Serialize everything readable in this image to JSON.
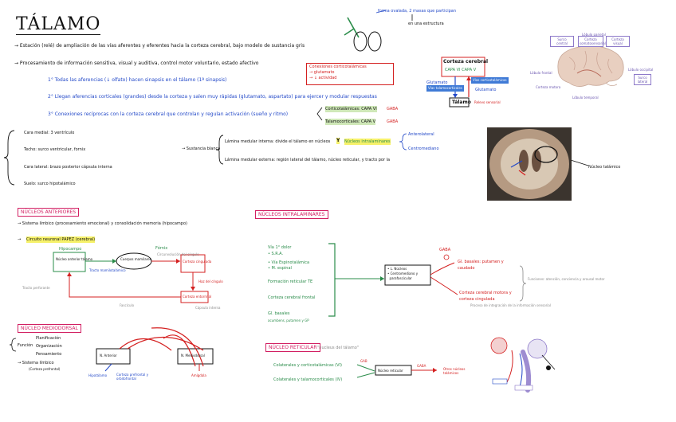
{
  "title": "TÁLAMO",
  "intro": {
    "line1": "→ Estación (relé) de ampliación de las vías aferentes y eferentes hacia la corteza cerebral, bajo modelo de sustancia gris",
    "line2": "→ Procesamiento de información sensitiva, visual y auditiva, control motor voluntario, estado afectivo",
    "bullet1": "1° Todas las aferencias (↓ olfato) hacen sinapsis en el tálamo (1ª sinapsis)",
    "bullet2": "2° Llegan aferencias corticales (grandes) desde la corteza y salen muy rápidas (glutamato, aspartato) para ejercer y modular respuestas",
    "bullet3": "3° Conexiones recíprocas con la corteza cerebral que controlan y regulan activación (sueño y ritmo)"
  },
  "red_note": {
    "line1": "Conexiones corticotalámicas",
    "line2": "→ glutamato",
    "line3": "→ ↓ actividad"
  },
  "cap_notes": {
    "cap6": "Corticotalámicas: CAPA VI",
    "cap6_tag": "GABA",
    "cap5": "Talamocorticales: CAPA V",
    "cap5_tag": "GABA"
  },
  "top_diagram": {
    "label": "forma ovalada, 2 masas que participan",
    "sub": "en una estructura"
  },
  "cortex_diagram": {
    "box_title": "Corteza cerebral",
    "layers": "CAPA VI    CAPA V",
    "left": "Glutamato",
    "right": "Glutamato",
    "tag_blue1": "Vías talamocorticales",
    "tag_blue2": "Vías corticotalámicas",
    "bottom": "Tálamo",
    "bottom_note": "Relevo sensorial"
  },
  "brain_labels": {
    "top": "Lóbulo parietal",
    "box1": "Surco central",
    "box2": "Corteza somatosensorial",
    "box3": "Corteza visual",
    "left": "Lóbulo frontal",
    "right": "Lóbulo occipital",
    "bottom": "Lóbulo temporal",
    "right_box": "Surco lateral",
    "bottom_left": "Corteza motora"
  },
  "anatomy": {
    "l1": "Cara medial: 3 ventrículo",
    "l2": "Techo: surco ventricular, fornix",
    "l3": "Cara lateral: brazo posterior cápsula interna",
    "l4": "Suelo: surco hipotalámico",
    "mid": "→ Sustancia blanca",
    "upper": "Lámina medular interna: divide el tálamo en núcleos",
    "y_mark": "Y",
    "yellow": "Núcleos intralaminares",
    "ant": "Anterolateral",
    "post": "Centromediano",
    "lower": "Lámina medular externa: región lateral del tálamo, núcleo reticular, y tracto por la"
  },
  "photo_label": "Núcleo talámico",
  "anterior": {
    "tag": "NÚCLEOS ANTERIORES",
    "l1": "→ Sistema límbico (procesamiento emocional) y consolidación memoria (hipocampo)",
    "l2_pre": "→",
    "l2": "Circuito neuronal PAPEZ (cerebral)",
    "hipocampo": "Hipocampo",
    "fornix": "Fórnix",
    "cuerpos": "Cuerpos mamilares",
    "nucleo": "Núcleo anterior tálamo",
    "cingulo": "Corteza cingulada",
    "entorrinal": "Corteza entorrinal",
    "note1": "Tracto mamilotalámico",
    "note2": "Circunvolución del cíngulo",
    "note3": "Tracto perforante",
    "note4": "Haz del cíngulo",
    "note5": "Fascículo",
    "note6": "Cápsula interna"
  },
  "intralaminar": {
    "tag": "NÚCLEOS INTRALAMINARES",
    "l1": "Vía 1° dolor",
    "l2": "• S.R.A.",
    "l3": "• Vía Espinotalámica",
    "l4": "• M. espinal",
    "l5": "Formación reticular TE",
    "l6": "Corteza cerebral frontal",
    "l7": "Gl. basales",
    "l8": "acumbens, putamen y GP",
    "box": "• L. Núcleos\n• Centromediano y\n  parafascicular",
    "via": "GABA",
    "gb": "Gl. basales: putamen y caudado",
    "corteza": "Corteza cerebral motora y corteza cingulada",
    "right_note": "Funciones: atención, conciencia y arousal motor",
    "right_note2": "Proceso de integración de la información sensorial"
  },
  "medial": {
    "tag": "NÚCLEO MEDIODORSAL",
    "funcion": "Función",
    "f1": "Planificación",
    "f2": "Organización",
    "f3": "Pensamiento",
    "sistema": "→ Sistema límbico",
    "sistema2": "(Corteza prefrontal)",
    "box1": "N. Anterior",
    "box2": "N. Mediodorsal",
    "b1": "Hipotálamo",
    "b2": "Corteza prefrontal y orbitofrontal",
    "b3": "Amígdala"
  },
  "reticular": {
    "tag": "NÚCLEO RETICULAR",
    "quote": "\"nucleus del tálamo\"",
    "l1": "Colaterales y corticotalámicas (VI)",
    "l2": "Colaterales y talamocorticales (IV)",
    "box": "Núcleo reticular",
    "out": "GABA",
    "out2": "Otros núcleos talámicos",
    "gaba_small": "GAB"
  },
  "colors": {
    "red": "#d42020",
    "blue": "#2248c8",
    "green": "#2a8c4a",
    "pink": "#d21f62",
    "purple": "#8d79c9"
  }
}
